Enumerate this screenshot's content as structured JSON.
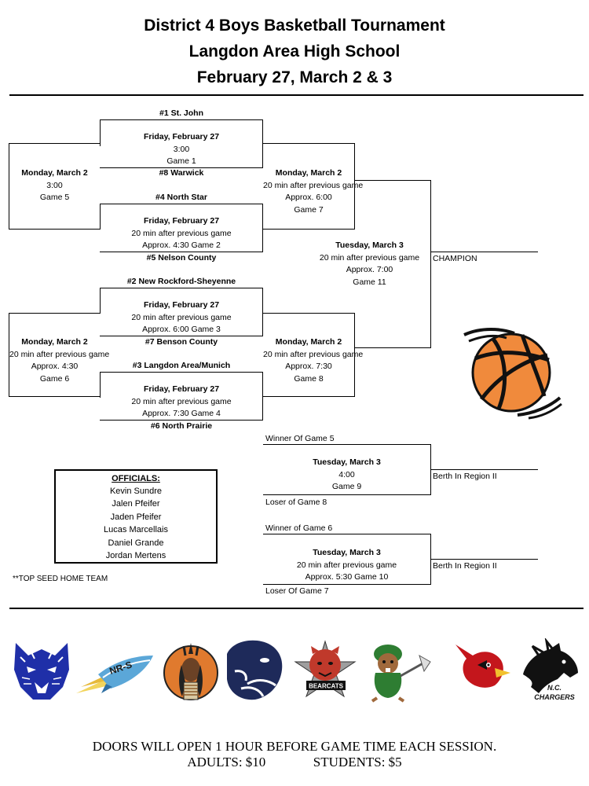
{
  "header": {
    "title_line1": "District 4 Boys Basketball Tournament",
    "title_line2": "Langdon Area High School",
    "title_line3": "February 27, March 2 & 3"
  },
  "bracket": {
    "teams": {
      "seed1": "#1 St. John",
      "seed8": "#8 Warwick",
      "seed4": "#4 North Star",
      "seed5": "#5 Nelson County",
      "seed2": "#2 New Rockford-Sheyenne",
      "seed7": "#7 Benson County",
      "seed3": "#3 Langdon Area/Munich",
      "seed6": "#6 North Prairie"
    },
    "game1": {
      "day": "Friday, February 27",
      "time": "3:00",
      "game": "Game 1"
    },
    "game2": {
      "day": "Friday, February 27",
      "time": "20 min after previous game",
      "approx": "Approx. 4:30 Game 2"
    },
    "game3": {
      "day": "Friday, February 27",
      "time": "20 min after previous game",
      "approx": "Approx. 6:00 Game 3"
    },
    "game4": {
      "day": "Friday, February 27",
      "time": "20 min after previous game",
      "approx": "Approx. 7:30 Game 4"
    },
    "game5": {
      "day": "Monday, March 2",
      "time": "3:00",
      "game": "Game 5"
    },
    "game6": {
      "day": "Monday, March 2",
      "time": "20 min after previous game",
      "approx": "Approx. 4:30",
      "game": "Game 6"
    },
    "game7": {
      "day": "Monday, March 2",
      "time": "20 min after previous game",
      "approx": "Approx. 6:00",
      "game": "Game 7"
    },
    "game8": {
      "day": "Monday, March 2",
      "time": "20 min after previous game",
      "approx": "Approx. 7:30",
      "game": "Game 8"
    },
    "game11": {
      "day": "Tuesday, March 3",
      "time": "20 min after previous game",
      "approx": "Approx. 7:00",
      "game": "Game 11"
    },
    "champion": "CHAMPION"
  },
  "region": {
    "game9": {
      "top": "Winner Of Game 5",
      "day": "Tuesday, March 3",
      "time": "4:00",
      "game": "Game 9",
      "bottom": "Loser of Game 8",
      "result": "Berth In Region II"
    },
    "game10": {
      "top": "Winner of Game 6",
      "day": "Tuesday, March 3",
      "time": "20 min after previous game",
      "approx": "Approx. 5:30 Game 10",
      "bottom": "Loser Of Game 7",
      "result": "Berth In Region II"
    }
  },
  "officials": {
    "heading": "OFFICIALS:",
    "names": [
      "Kevin Sundre",
      "Jalen Pfeifer",
      "Jaden Pfeifer",
      "Lucas Marcellais",
      "Daniel Grande",
      "Jordan Mertens"
    ]
  },
  "note": "**TOP SEED HOME TEAM",
  "logos": {
    "items": [
      "wildcat-logo",
      "rocket-logo",
      "warrior-logo",
      "panther-logo",
      "bearcat-logo",
      "gopher-logo",
      "cardinal-logo",
      "charger-logo"
    ],
    "bearcats_text": "BEARCATS",
    "nrs_text": "NR-S",
    "chargers_text": "CHARGERS",
    "nc_text": "N.C."
  },
  "footer": {
    "line1": "DOORS WILL OPEN 1 HOUR BEFORE GAME TIME EACH SESSION.",
    "line2_adults": "ADULTS: $10",
    "line2_students": "STUDENTS: $5"
  },
  "colors": {
    "basketball": "#f08a3c",
    "wildcat": "#1f2fa8",
    "rocket_blue": "#5ba7d8",
    "panther_navy": "#1e2a5a",
    "cardinal_red": "#c4161c",
    "gopher_green": "#2e7d32"
  }
}
